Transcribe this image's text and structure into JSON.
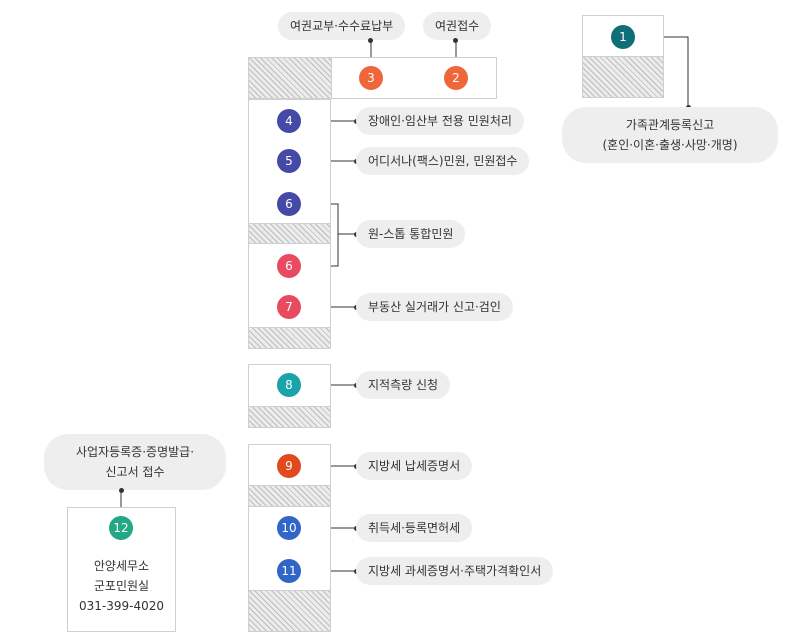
{
  "top_labels": {
    "passport_issue_fee": "여권교부·수수료납부",
    "passport_reception": "여권접수"
  },
  "family_registration": {
    "line1": "가족관계등록신고",
    "line2": "(혼인·이혼·출생·사망·개명)"
  },
  "business_registration": {
    "line1": "사업자등록증·증명발급·",
    "line2": "신고서 접수"
  },
  "tax_office": {
    "name": "안양세무소",
    "room": "군포민원실",
    "phone": "031-399-4020"
  },
  "counters": [
    {
      "num": "1",
      "color": "#0e6f78"
    },
    {
      "num": "2",
      "color": "#f0663b"
    },
    {
      "num": "3",
      "color": "#f0663b"
    },
    {
      "num": "4",
      "color": "#454aa6"
    },
    {
      "num": "5",
      "color": "#454aa6"
    },
    {
      "num": "6",
      "color": "#454aa6"
    },
    {
      "num": "6",
      "color": "#e84a5f"
    },
    {
      "num": "7",
      "color": "#e84a5f"
    },
    {
      "num": "8",
      "color": "#1aa3a8"
    },
    {
      "num": "9",
      "color": "#e24a1e"
    },
    {
      "num": "10",
      "color": "#2f66c7"
    },
    {
      "num": "11",
      "color": "#2f66c7"
    },
    {
      "num": "12",
      "color": "#22a884"
    }
  ],
  "services": {
    "s4": "장애인·임산부 전용 민원처리",
    "s5": "어디서나(팩스)민원, 민원접수",
    "s6": "원-스톱 통합민원",
    "s7": "부동산 실거래가 신고·검인",
    "s8": "지적측량 신청",
    "s9": "지방세 납세증명서",
    "s10": "취득세·등록면허세",
    "s11": "지방세 과세증명서·주택가격확인서"
  }
}
